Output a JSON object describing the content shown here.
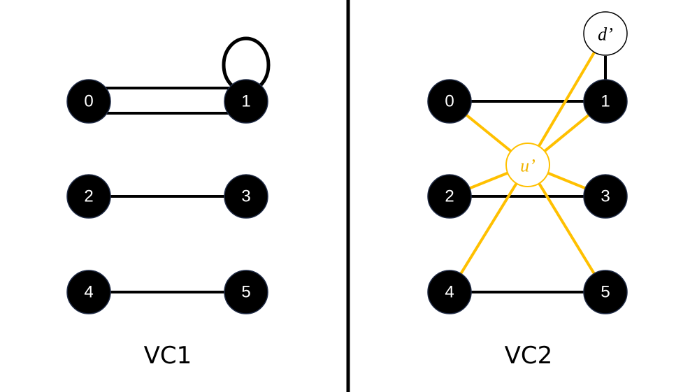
{
  "panels": [
    {
      "caption": "VC1",
      "nodes": [
        "0",
        "1",
        "2",
        "3",
        "4",
        "5"
      ]
    },
    {
      "caption": "VC2",
      "nodes": [
        "0",
        "1",
        "2",
        "3",
        "4",
        "5"
      ],
      "special_nodes": {
        "u": "u’",
        "d": "d’"
      }
    }
  ],
  "colors": {
    "node_fill": "#000000",
    "node_text": "#ffffff",
    "edge": "#000000",
    "highlight_edge": "#ffc000",
    "highlight_node_text": "#f0b400"
  }
}
